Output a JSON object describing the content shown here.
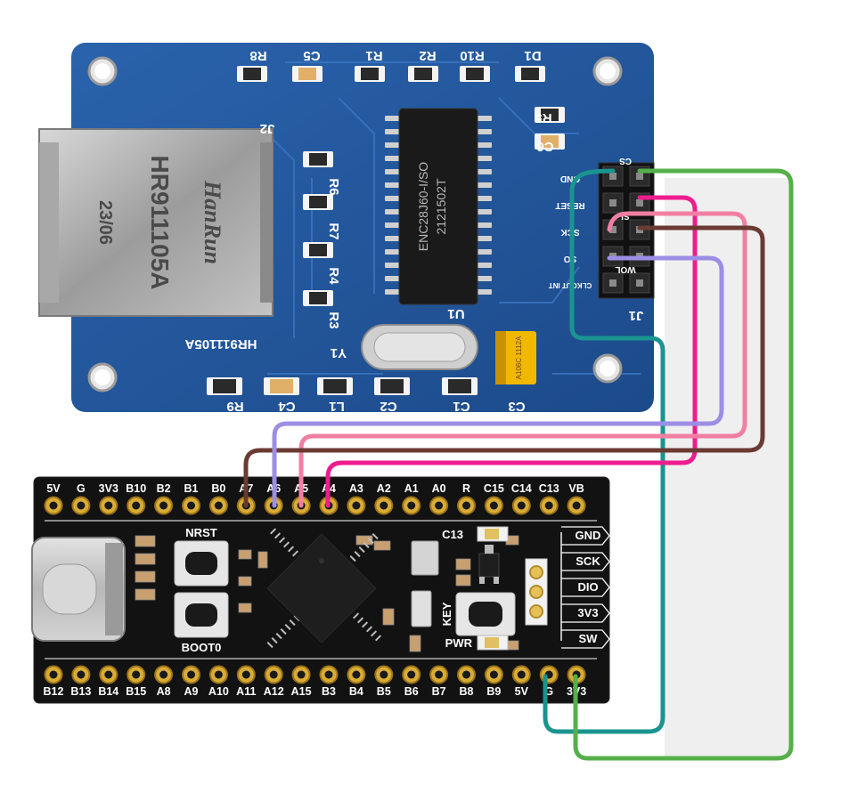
{
  "enc_module": {
    "jack_brand": "HanRun",
    "jack_part": "HR911105A",
    "jack_date": "23/06",
    "jack_label": "HR911105A",
    "chip_line1": "ENC28J60-I/SO",
    "chip_line2": "2121502T",
    "tantalum": "A106C 1112A",
    "refs": [
      {
        "text": "R8"
      },
      {
        "text": "C5"
      },
      {
        "text": "R1"
      },
      {
        "text": "R2"
      },
      {
        "text": "R10"
      },
      {
        "text": "D1"
      },
      {
        "text": "R5"
      },
      {
        "text": "C6"
      },
      {
        "text": "J2"
      },
      {
        "text": "R6"
      },
      {
        "text": "R7"
      },
      {
        "text": "R4"
      },
      {
        "text": "R3"
      },
      {
        "text": "U1"
      },
      {
        "text": "Y1"
      },
      {
        "text": "R9"
      },
      {
        "text": "C4"
      },
      {
        "text": "L1"
      },
      {
        "text": "C2"
      },
      {
        "text": "C1"
      },
      {
        "text": "C3"
      },
      {
        "text": "J1"
      }
    ],
    "header_labels": [
      {
        "text": "GND"
      },
      {
        "text": "RESET"
      },
      {
        "text": "SCK"
      },
      {
        "text": "SO"
      },
      {
        "text": "CLKOUT INT"
      },
      {
        "text": "CS"
      },
      {
        "text": "SI"
      },
      {
        "text": "WOL"
      }
    ]
  },
  "stm_board": {
    "top_pins": [
      "5V",
      "G",
      "3V3",
      "B10",
      "B2",
      "B1",
      "B0",
      "A7",
      "A6",
      "A5",
      "A4",
      "A3",
      "A2",
      "A1",
      "A0",
      "R",
      "C15",
      "C14",
      "C13",
      "VB"
    ],
    "bottom_pins": [
      "B12",
      "B13",
      "B14",
      "B15",
      "A8",
      "A9",
      "A10",
      "A11",
      "A12",
      "A15",
      "B3",
      "B4",
      "B5",
      "B6",
      "B7",
      "B8",
      "B9",
      "5V",
      "G",
      "3V3"
    ],
    "buttons": {
      "nrst": "NRST",
      "boot0": "BOOT0",
      "key": "KEY"
    },
    "led_labels": {
      "c13": "C13",
      "pwr": "PWR"
    },
    "swd_labels": [
      "GND",
      "SCK",
      "DIO",
      "3V3",
      "SW"
    ]
  },
  "colors": {
    "teal": "#1a9490",
    "green": "#56b04a",
    "magenta": "#ee1c8e",
    "pink": "#f27fa3",
    "brown": "#6b3a32",
    "purple": "#9c8ee6"
  }
}
